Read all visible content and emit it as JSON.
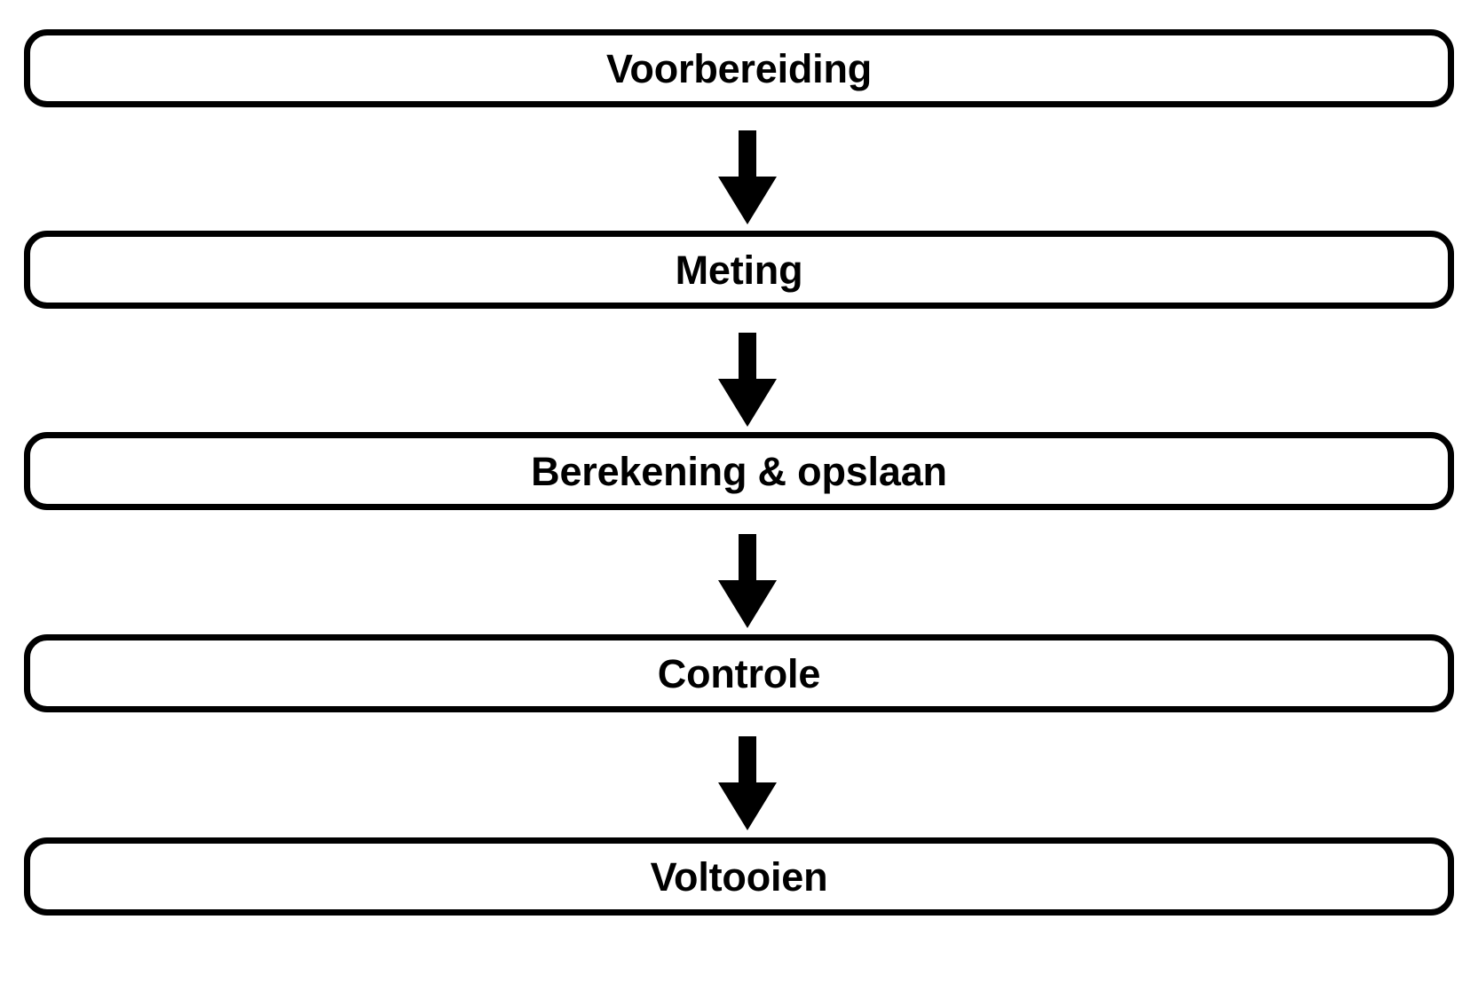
{
  "diagram": {
    "title": "Voorbereiding → Meting → Berekening & opslaan → Controle → Voltooien",
    "type": "flowchart",
    "orientation": "vertical",
    "colors": {
      "stroke": "#000000",
      "fill": "#ffffff",
      "text": "#000000",
      "background": "#ffffff"
    },
    "nodes": [
      {
        "id": "voorbereiding",
        "label": "Voorbereiding"
      },
      {
        "id": "meting",
        "label": "Meting"
      },
      {
        "id": "berekening-opslaan",
        "label": "Berekening & opslaan"
      },
      {
        "id": "controle",
        "label": "Controle"
      },
      {
        "id": "voltooien",
        "label": "Voltooien"
      }
    ],
    "connectors": [
      {
        "id": "arrow-1",
        "from": "voorbereiding",
        "to": "meting",
        "icon": "arrow-down-icon",
        "label": ""
      },
      {
        "id": "arrow-2",
        "from": "meting",
        "to": "berekening-opslaan",
        "icon": "arrow-down-icon",
        "label": ""
      },
      {
        "id": "arrow-3",
        "from": "berekening-opslaan",
        "to": "controle",
        "icon": "arrow-down-icon",
        "label": ""
      },
      {
        "id": "arrow-4",
        "from": "controle",
        "to": "voltooien",
        "icon": "arrow-down-icon",
        "label": ""
      }
    ]
  }
}
